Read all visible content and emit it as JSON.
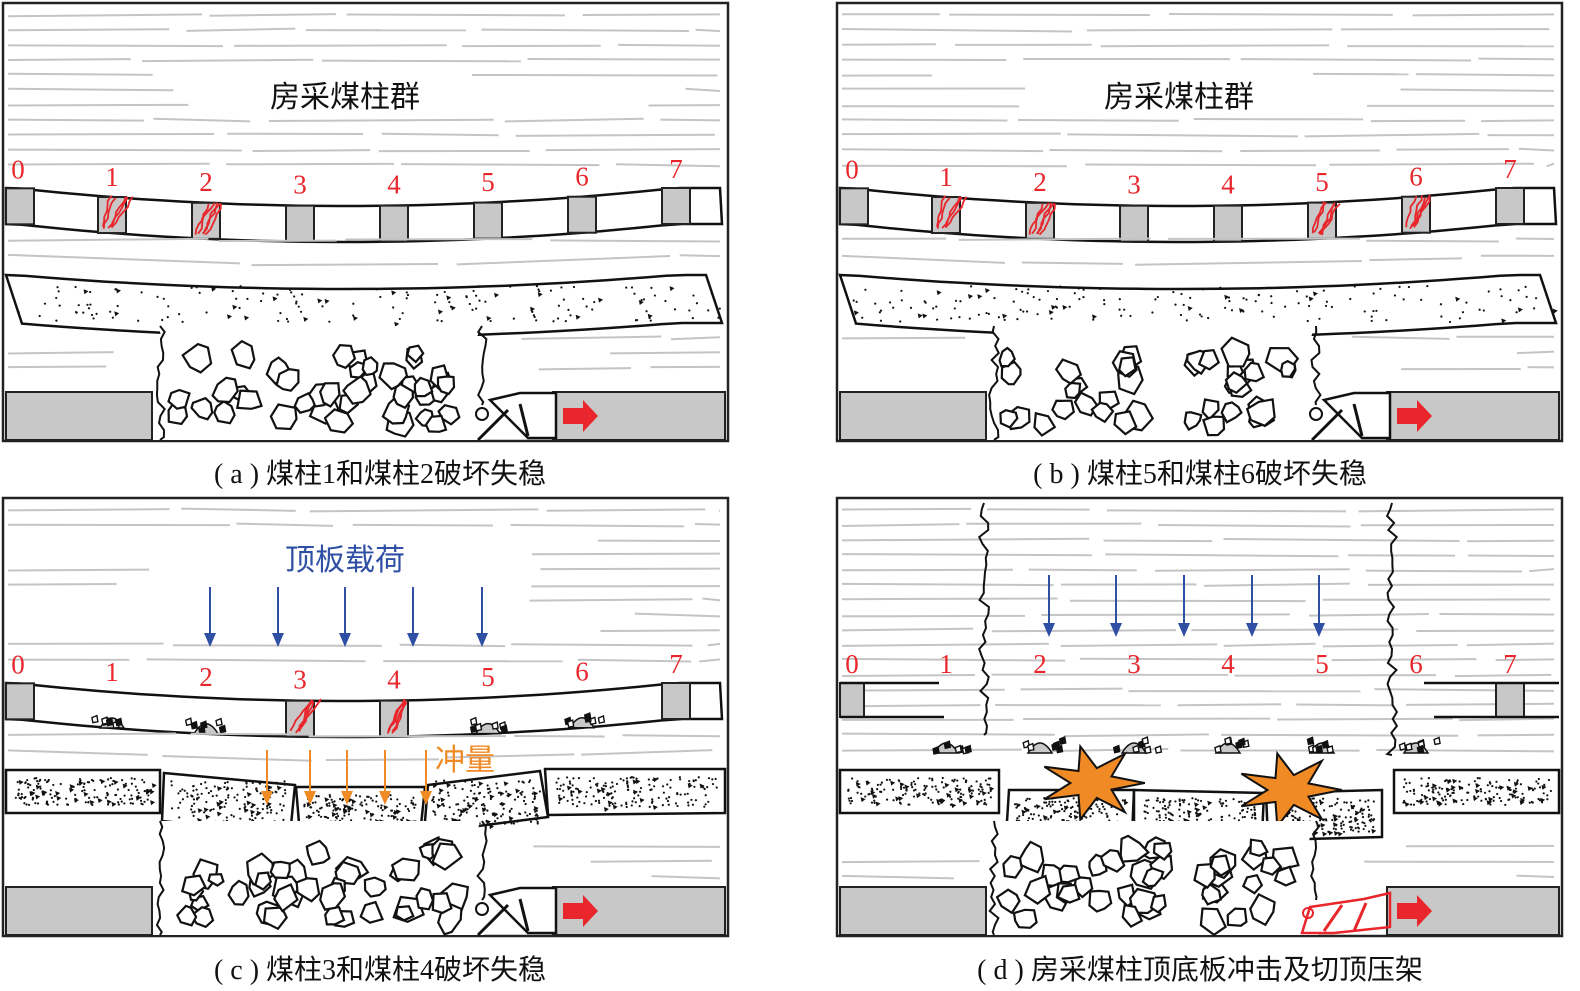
{
  "colors": {
    "pillar_label": "#e8262c",
    "load_arrow": "#2e4fa3",
    "impulse_arrow": "#f08a24",
    "explosion": "#f08a24",
    "pillar_fill": "#c8c8c8",
    "strata_line": "#c4c4c4",
    "push_arrow": "#e8262c",
    "support_active": "#e8262c"
  },
  "panels": [
    {
      "id": "a",
      "caption": "( a ) 煤柱1和煤柱2破坏失稳",
      "title": "房采煤柱群",
      "pillar_labels": [
        "0",
        "1",
        "2",
        "3",
        "4",
        "5",
        "6",
        "7"
      ],
      "failed_pillars": [
        1,
        2
      ],
      "collapsed_pillars": [],
      "icons": [
        "fracture-icon",
        "goaf-rubble-icon",
        "shield-support-icon",
        "push-arrow-icon"
      ]
    },
    {
      "id": "b",
      "caption": "( b ) 煤柱5和煤柱6破坏失稳",
      "title": "房采煤柱群",
      "pillar_labels": [
        "0",
        "1",
        "2",
        "3",
        "4",
        "5",
        "6",
        "7"
      ],
      "failed_pillars": [
        1,
        2,
        5,
        6
      ],
      "collapsed_pillars": [],
      "icons": [
        "fracture-icon",
        "goaf-rubble-icon",
        "shield-support-icon",
        "push-arrow-icon"
      ]
    },
    {
      "id": "c",
      "caption": "( c ) 煤柱3和煤柱4破坏失稳",
      "load_label": "顶板载荷",
      "impulse_label": "冲量",
      "pillar_labels": [
        "0",
        "1",
        "2",
        "3",
        "4",
        "5",
        "6",
        "7"
      ],
      "failed_pillars": [
        3,
        4
      ],
      "collapsed_pillars": [
        1,
        2,
        5,
        6
      ],
      "icons": [
        "down-arrow-icon",
        "fracture-icon",
        "goaf-rubble-icon",
        "shield-support-icon",
        "push-arrow-icon"
      ]
    },
    {
      "id": "d",
      "caption": "( d ) 房采煤柱顶底板冲击及切顶压架",
      "pillar_labels": [
        "0",
        "1",
        "2",
        "3",
        "4",
        "5",
        "6",
        "7"
      ],
      "failed_pillars": [],
      "collapsed_pillars": [
        1,
        2,
        3,
        4,
        5,
        6
      ],
      "icons": [
        "down-arrow-icon",
        "explosion-icon",
        "goaf-rubble-icon",
        "crushed-support-icon",
        "push-arrow-icon"
      ]
    }
  ]
}
